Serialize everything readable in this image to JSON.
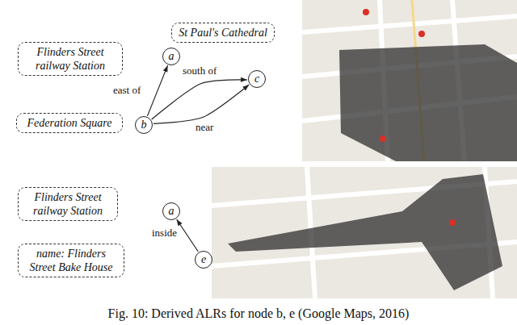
{
  "diagram": {
    "caption": "Fig. 10: Derived ALRs for node b, e (Google Maps, 2016)",
    "nodes": [
      {
        "text": [
          "Flinders Street railway Station"
        ]
      },
      {
        "text": [
          "a"
        ]
      },
      {
        "text": [
          "St Paul's Cathedral"
        ]
      },
      {
        "text": [
          "c"
        ]
      },
      {
        "text": [
          "Federation Square"
        ]
      },
      {
        "text": [
          "b"
        ]
      },
      {
        "text": [
          "Flinders Street railway Station"
        ]
      },
      {
        "text": [
          "a"
        ]
      },
      {
        "text": [
          "name: Flinders Street Bake House"
        ]
      },
      {
        "text": [
          "e"
        ]
      }
    ],
    "edges": [
      {
        "from": 5,
        "to": 1,
        "arrow": "to",
        "label": "east of"
      },
      {
        "from": 5,
        "to": 3,
        "arrow": "to",
        "label": "south of"
      },
      {
        "from": 5,
        "to": 3,
        "arrow": "to",
        "label": "near"
      },
      {
        "from": 9,
        "to": 7,
        "arrow": "to",
        "label": "inside"
      }
    ]
  }
}
